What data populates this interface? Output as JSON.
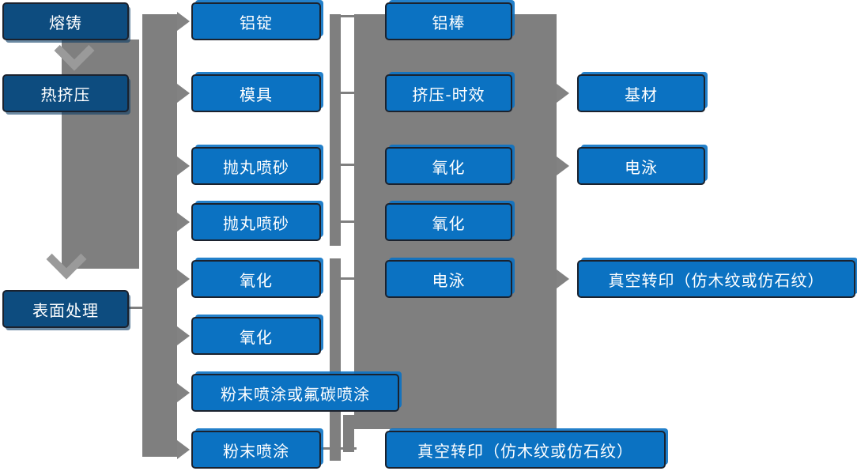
{
  "diagram": {
    "type": "process-flowchart",
    "colors": {
      "node_fill": "#0b72c2",
      "node_fill_dark": "#0d4c7f",
      "node_border": "#1b222e",
      "node_text": "#ffffff",
      "connector_gray": "#7f7f7f"
    },
    "columns": [
      {
        "name": "stage-column",
        "nodes": [
          {
            "label": "熔铸"
          },
          {
            "label": "热挤压"
          },
          {
            "label": "表面处理"
          }
        ]
      },
      {
        "name": "prep-column",
        "nodes": [
          {
            "label": "铝锭"
          },
          {
            "label": "模具"
          },
          {
            "label": "抛丸喷砂"
          },
          {
            "label": "抛丸喷砂"
          },
          {
            "label": "氧化"
          },
          {
            "label": "氧化"
          },
          {
            "label": "粉末喷涂或氟碳喷涂"
          },
          {
            "label": "粉末喷涂"
          }
        ]
      },
      {
        "name": "process-column",
        "nodes": [
          {
            "label": "铝棒"
          },
          {
            "label": "挤压-时效"
          },
          {
            "label": "氧化"
          },
          {
            "label": "氧化"
          },
          {
            "label": "电泳"
          },
          {
            "label": "真空转印（仿木纹或仿石纹）"
          }
        ]
      },
      {
        "name": "output-column",
        "nodes": [
          {
            "label": "基材"
          },
          {
            "label": "电泳"
          },
          {
            "label": "真空转印（仿木纹或仿石纹）"
          }
        ]
      }
    ],
    "edges": [
      "熔铸 → 热挤压",
      "热挤压 → 表面处理",
      "表面处理 → 铝锭/模具/抛丸喷砂/抛丸喷砂/氧化/氧化/粉末喷涂或氟碳喷涂/粉末喷涂",
      "铝锭 → 铝棒",
      "模具 → 挤压-时效",
      "抛丸喷砂 → 氧化",
      "抛丸喷砂 → 氧化",
      "氧化 → 电泳",
      "粉末喷涂 → 真空转印（仿木纹或仿石纹）",
      "挤压-时效 → 基材",
      "氧化 → 电泳",
      "电泳 → 真空转印（仿木纹或仿石纹）"
    ]
  }
}
